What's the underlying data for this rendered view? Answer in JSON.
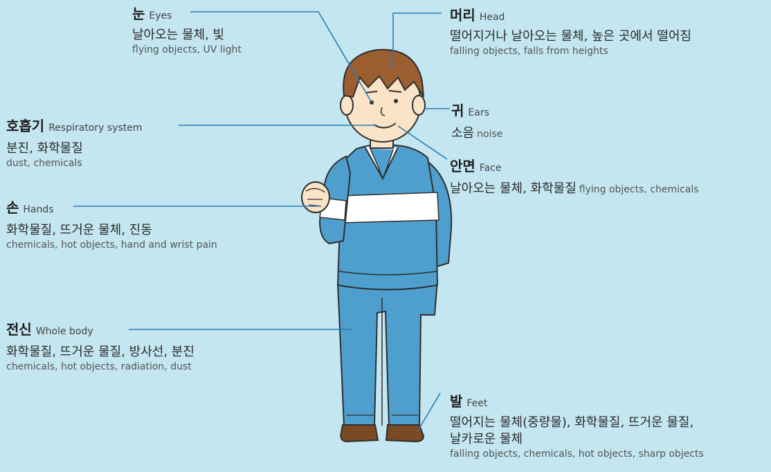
{
  "labels": {
    "eyes": {
      "ko": "눈",
      "en": "Eyes",
      "desc_ko": "날아오는 물체, 빛",
      "desc_en": "flying objects, UV light"
    },
    "head": {
      "ko": "머리",
      "en": "Head",
      "desc_ko": "떨어지거나 날아오는 물체, 높은 곳에서 떨어짐",
      "desc_en": "falling objects, falls from heights"
    },
    "respiratory": {
      "ko": "호흡기",
      "en": "Respiratory system",
      "desc_ko": "분진, 화학물질",
      "desc_en": "dust, chemicals"
    },
    "ears": {
      "ko": "귀",
      "en": "Ears",
      "desc_ko": "소음",
      "desc_en": "noise"
    },
    "face": {
      "ko": "안면",
      "en": "Face",
      "desc_ko": "날아오는 물체, 화학물질",
      "desc_en": "flying objects, chemicals"
    },
    "hands": {
      "ko": "손",
      "en": "Hands",
      "desc_ko": "화학물질, 뜨거운 물체, 진동",
      "desc_en": "chemicals, hot objects, hand and wrist pain"
    },
    "whole_body": {
      "ko": "전신",
      "en": "Whole body",
      "desc_ko": "화학물질, 뜨거운 물질, 방사선, 분진",
      "desc_en": "chemicals, hot objects, radiation, dust"
    },
    "feet": {
      "ko": "발",
      "en": "Feet",
      "desc_ko_1": "떨어지는 물체(중량물), 화학물질, 뜨거운 물질,",
      "desc_ko_2": "날카로운 물체",
      "desc_en": "falling objects, chemicals, hot objects, sharp objects"
    }
  },
  "colors": {
    "background": "#c3e6f0",
    "leader_line": "#2a7db5",
    "sweater": "#4f9fce",
    "sweater_stripe": "#ffffff",
    "pants": "#4f9fce",
    "hair": "#9a5e30",
    "skin": "#fbe3c7",
    "shoes": "#7a4a24"
  }
}
